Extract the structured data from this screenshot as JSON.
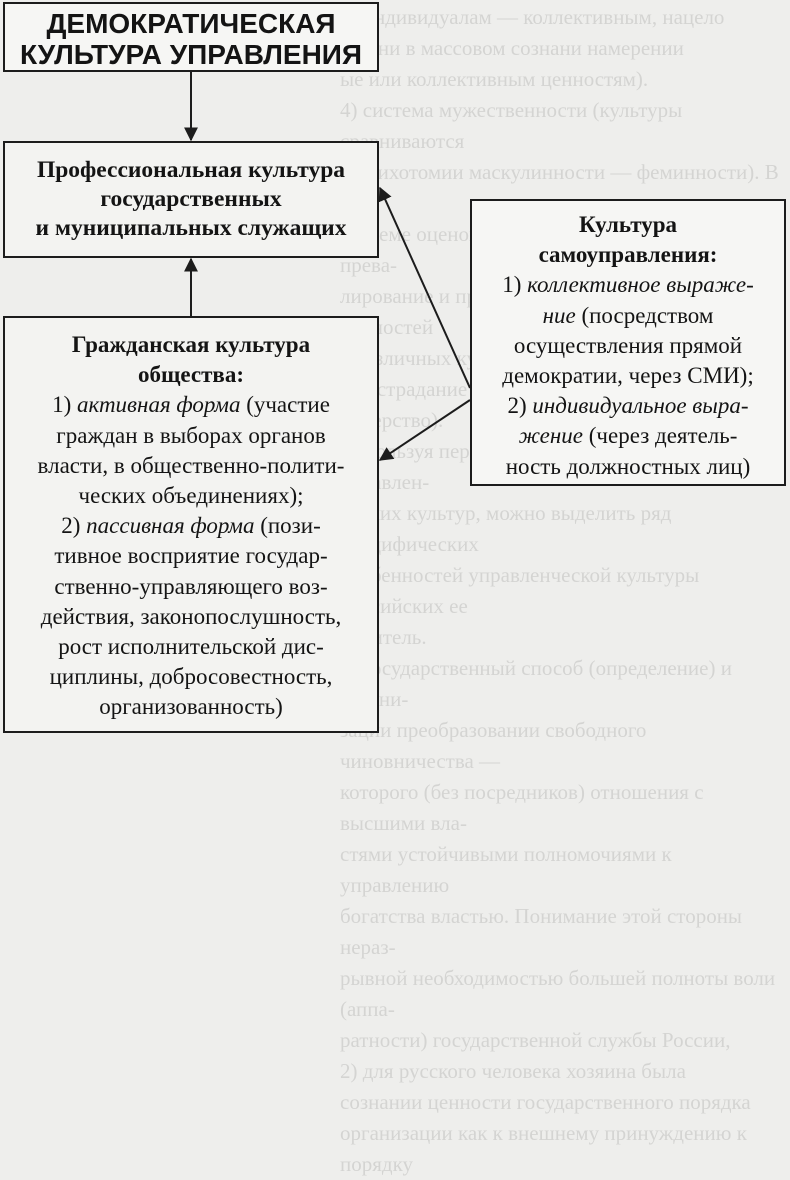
{
  "background_text": "3) индивидуалам — коллективным, нацело\nтечени в массовом сознани намерении\nые или коллективным ценностям).\n4) система мужественности (культуры сравниваются\nпо дихотомии маскулинности — феминности). В этой\nсистеме оценок определяется, в каких культурах прева-\nлирование и приоритеты мужских и женских ценностей\nв различных культурах с точки зрения модели\nи сострадание (гибкость, толерантность, лидерство).\nИспользуя перечисленные критерии типов управлен-\nческих культур, можно выделить ряд специфических\nособенностей управленческой культуры российских ее\nноситель.\n1) государственный способ (определение) и органи-\nзации преобразовании свободного чиновничества —\nкоторого (без посредников) отношения с высшими вла-\nстями устойчивыми полномочиями к управлению\nбогатства властью. Понимание этой стороны нераз-\nрывной необходимостью большей полноты воли (аппа-\nратности) государственной службы России,\n2) для русского человека хозяина была\nсознании ценности государственного порядка\nорганизации как к внешнему принуждению к порядку",
  "boxes": {
    "top": {
      "line1": "ДЕМОКРАТИЧЕСКАЯ",
      "line2": "КУЛЬТУРА УПРАВЛЕНИЯ"
    },
    "professional": {
      "line1": "Профессиональная культура",
      "line2": "государственных",
      "line3": "и муниципальных служащих"
    },
    "civic": {
      "title1": "Гражданская культура",
      "title2": "общества:",
      "l1_prefix": "1) ",
      "l1_italic": "активная форма",
      "l1_rest": " (участие",
      "l2": "граждан в выборах органов",
      "l3": "власти, в общественно-полити-",
      "l4": "ческих объединениях);",
      "l5_prefix": "2) ",
      "l5_italic": "пассивная форма",
      "l5_rest": " (пози-",
      "l6": "тивное восприятие государ-",
      "l7": "ственно-управляющего воз-",
      "l8": "действия, законопослушность,",
      "l9": "рост исполнительской дис-",
      "l10": "циплины, добросовестность,",
      "l11": "организованность)"
    },
    "selfgov": {
      "title1": "Культура",
      "title2": "самоуправления:",
      "l1_prefix": "1) ",
      "l1_italic": "коллективное выраже-",
      "l2_italic": "ние",
      "l2_rest": " (посредством",
      "l3": "осуществления прямой",
      "l4": "демократии, через СМИ);",
      "l5_prefix": "2) ",
      "l5_italic": "индивидуальное выра-",
      "l6_italic": "жение",
      "l6_rest": " (через деятель-",
      "l7": "ность должностных лиц)"
    }
  }
}
